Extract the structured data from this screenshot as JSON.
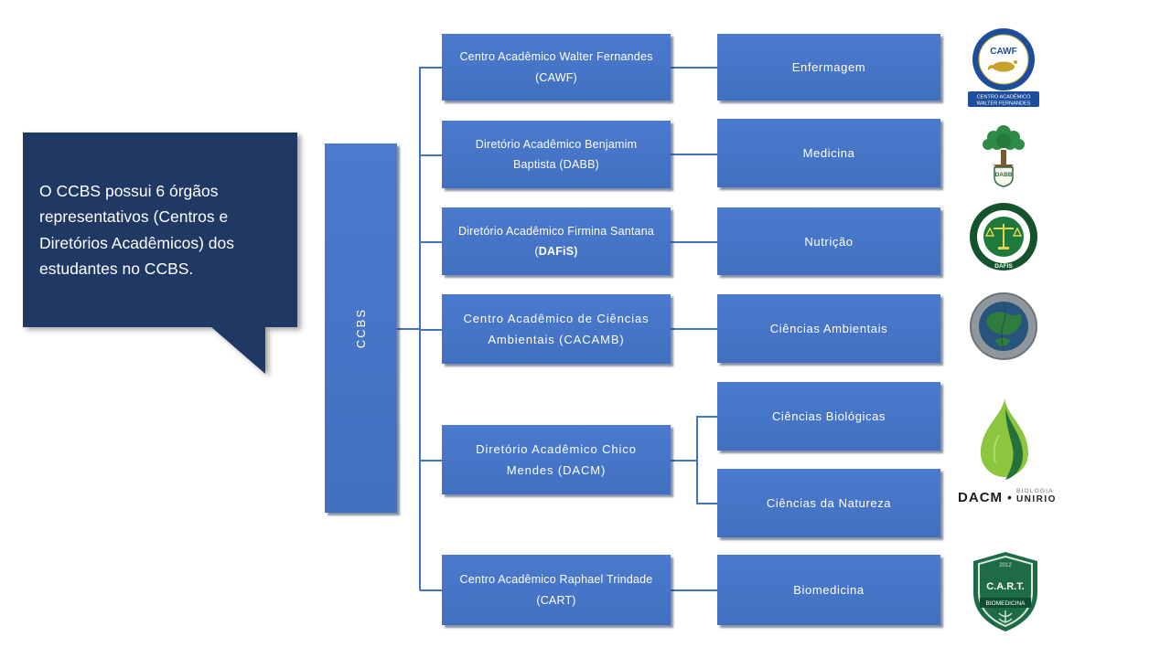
{
  "colors": {
    "box_blue": "#4472C4",
    "callout_navy": "#1F3864",
    "connector_blue": "#4472C4"
  },
  "callout": {
    "text": "O CCBS possui 6 órgãos representativos (Centros e Diretórios Acadêmicos) dos estudantes no CCBS."
  },
  "root": {
    "label": "CCBS"
  },
  "org_boxes": [
    {
      "label": "Centro Acadêmico Walter Fernandes (CAWF)"
    },
    {
      "label": "Diretório Acadêmico Benjamim Baptista (DABB)"
    },
    {
      "label_prefix": "Diretório Acadêmico Firmina Santana (",
      "label_bold": "DAFiS)"
    },
    {
      "label": "Centro Acadêmico de Ciências Ambientais (CACAMB)"
    },
    {
      "label": "Diretório Acadêmico Chico Mendes (DACM)"
    },
    {
      "label": "Centro Acadêmico Raphael Trindade (CART)"
    }
  ],
  "course_boxes": [
    {
      "label": "Enfermagem"
    },
    {
      "label": "Medicina"
    },
    {
      "label": "Nutrição"
    },
    {
      "label": "Ciências Ambientais"
    },
    {
      "label": "Ciências Biológicas"
    },
    {
      "label": "Ciências da Natureza"
    },
    {
      "label": "Biomedicina"
    }
  ],
  "logos": {
    "cawf": {
      "acronym": "CAWF",
      "banner_line1": "CENTRO ACADÊMICO",
      "banner_line2": "WALTER FERNANDES"
    },
    "dabb": {
      "acronym": "DABB"
    },
    "dafis": {
      "acronym": "DAFIS"
    },
    "dacm": {
      "acronym": "DACM",
      "dot": "•",
      "line1": "BIOLOGIA",
      "line2": "UNIRIO"
    },
    "cart": {
      "year": "2012",
      "acronym": "C.A.R.T.",
      "banner": "BIOMEDICINA"
    }
  }
}
